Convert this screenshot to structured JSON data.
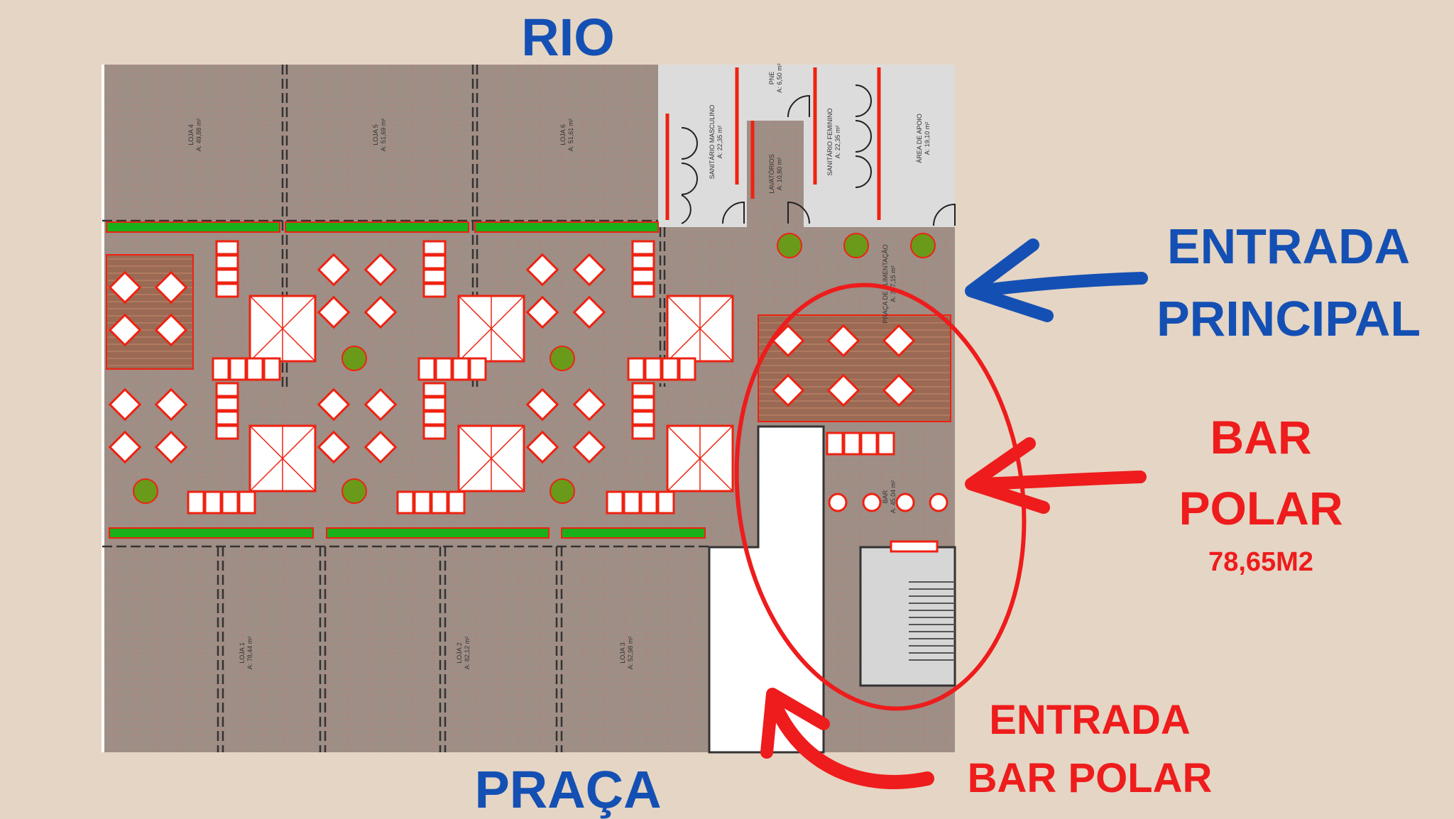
{
  "labels": {
    "top": "RIO",
    "bottom": "PRAÇA",
    "main_entrance_line1": "ENTRADA",
    "main_entrance_line2": "PRINCIPAL",
    "bar_line1": "BAR",
    "bar_line2": "POLAR",
    "bar_area": "78,65M2",
    "bar_entrance_line1": "ENTRADA",
    "bar_entrance_line2": "BAR POLAR"
  },
  "plan": {
    "loja4": {
      "name": "LOJA 4",
      "area": "A: 49,88 m²"
    },
    "loja5": {
      "name": "LOJA 5",
      "area": "A: 51,69 m²"
    },
    "loja6": {
      "name": "LOJA 6",
      "area": "A: 51,61 m²"
    },
    "loja1": {
      "name": "LOJA 1",
      "area": "A: 78,44 m²"
    },
    "loja2": {
      "name": "LOJA 2",
      "area": "A: 82,12 m²"
    },
    "loja3": {
      "name": "LOJA 3",
      "area": "A: 52,98 m²"
    },
    "san_masc": {
      "name": "SANITÁRIO MASCULINO",
      "area": "A: 22,35 m²"
    },
    "pne": {
      "name": "PNE",
      "area": "A: 6,50 m²"
    },
    "lavatorios": {
      "name": "LAVATÓRIOS",
      "area": "A: 10,80 m²"
    },
    "san_fem": {
      "name": "SANITÁRIO FEMININO",
      "area": "A: 22,35 m²"
    },
    "apoio": {
      "name": "ÁREA DE APOIO",
      "area": "A: 19,10 m²"
    },
    "praca": {
      "name": "PRAÇA DE ALIMENTAÇÃO",
      "area": "A: 327,15 m²"
    },
    "bar": {
      "name": "BAR",
      "area": "A: 45,04 m²"
    }
  },
  "colors": {
    "blue": "#1450b4",
    "red": "#ee1c1c",
    "floor": "#9d8e86",
    "green": "#19b019",
    "background": "#e5d5c4"
  }
}
